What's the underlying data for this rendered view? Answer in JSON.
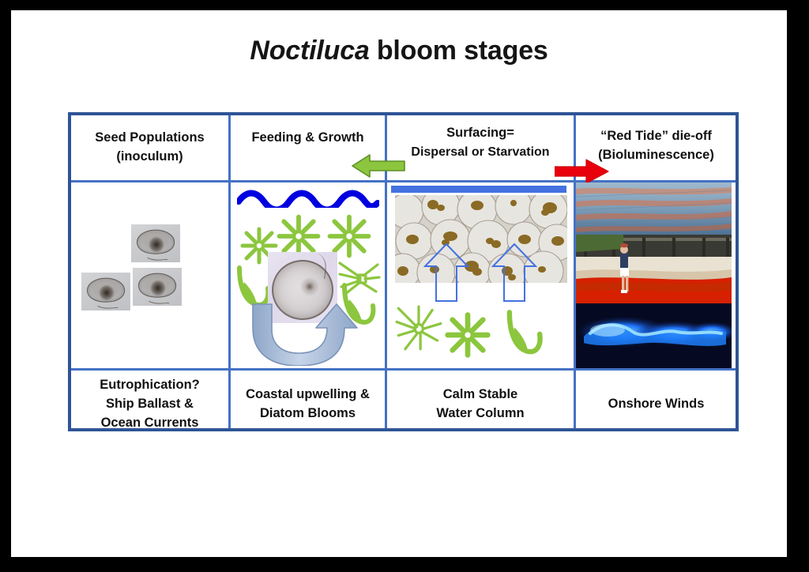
{
  "slide": {
    "title_italic": "Noctiluca",
    "title_rest": " bloom stages",
    "title_full": "Noctiluca bloom stages",
    "background_color": "#000000",
    "page_color": "#ffffff"
  },
  "table": {
    "border_color": "#2e5496",
    "gridline_color": "#4472c4",
    "columns": 4,
    "rows": [
      "header",
      "illustration",
      "driver"
    ],
    "headers": [
      {
        "line1": "Seed Populations",
        "line2": "(inoculum)"
      },
      {
        "line1": "Feeding & Growth",
        "line2": ""
      },
      {
        "line1": "Surfacing=",
        "line2": "Dispersal or Starvation"
      },
      {
        "line1": "“Red Tide” die-off",
        "line2": "(Bioluminescence)"
      }
    ],
    "footers": [
      {
        "line1": "Eutrophication?",
        "line2": "Ship Ballast &",
        "line3": "Ocean Currents"
      },
      {
        "line1": "Coastal upwelling &",
        "line2": "Diatom Blooms",
        "line3": ""
      },
      {
        "line1": "Calm Stable",
        "line2": "Water Column",
        "line3": ""
      },
      {
        "line1": "Onshore Winds",
        "line2": "",
        "line3": ""
      }
    ]
  },
  "arrows": {
    "green_back": {
      "label": "green-left-arrow",
      "direction": "left",
      "fill_color": "#8cc63e",
      "outline_color": "#4a7a20",
      "meaning": "Surfacing back to Feeding & Growth"
    },
    "red_forward": {
      "label": "red-right-arrow",
      "direction": "right",
      "fill_color": "#e8000d",
      "outline_color": "#c00000",
      "meaning": "Surfacing forward to Red Tide die-off"
    }
  },
  "illustrations": {
    "cell1": {
      "name": "seed-population-micrographs",
      "description": "Three small gray-background micrographs of Noctiluca cells",
      "count": 3,
      "chip_background": "#c9cacd"
    },
    "cell2": {
      "name": "feeding-growth-diagram",
      "description": "Blue wavy water surface, green star diatoms and hooked plankton around a central Noctiluca micrograph, with a U-shaped recycling arrow",
      "wave_color": "#0000e0",
      "plankton_color": "#8cc63e",
      "cycle_arrow_color": "#9db4d4",
      "star_count": 3,
      "hook_count": 3
    },
    "cell3": {
      "name": "surfacing-dispersal-panel",
      "description": "Blue header bar over a micrograph of packed round cells with brown food bodies, two blue outline up-arrows, and three green plankton shapes",
      "bar_color": "#4472e0",
      "up_arrow_color": "#4472e0",
      "up_arrow_count": 2,
      "plankton_color": "#8cc63e",
      "plankton_count": 3
    },
    "cell4": {
      "name": "red-tide-photos",
      "description": "Stacked photos: aerial red streaks on ocean, beach with red tide and a standing person, and blue bioluminescent breaking wave",
      "red_tide_color": "#d62000",
      "biolum_color": "#1b6ef5",
      "photo_count": 3
    }
  }
}
